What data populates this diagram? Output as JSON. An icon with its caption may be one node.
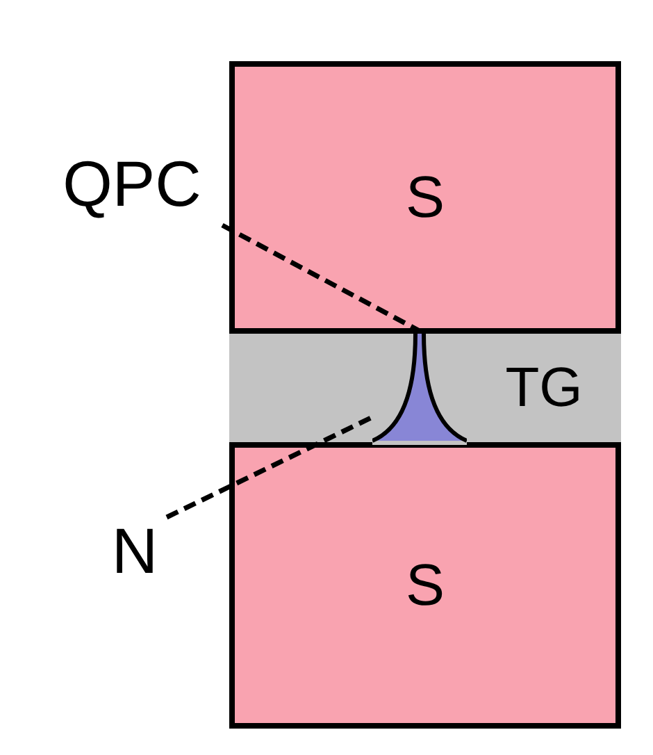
{
  "diagram": {
    "nodes": [
      {
        "text": [
          "S"
        ]
      },
      {
        "text": [],
        "shape": "box"
      },
      {
        "text": [
          "TG"
        ]
      },
      {
        "text": [
          "S"
        ]
      },
      {
        "text": [
          "QPC"
        ]
      },
      {
        "text": [
          "N"
        ]
      },
      {
        "text": [],
        "shape": "box"
      }
    ],
    "edges": [
      {
        "from": 4,
        "to": 6,
        "arrow": "none",
        "style": "dashed"
      },
      {
        "from": 5,
        "to": 6,
        "arrow": "none",
        "style": "dashed"
      }
    ]
  }
}
